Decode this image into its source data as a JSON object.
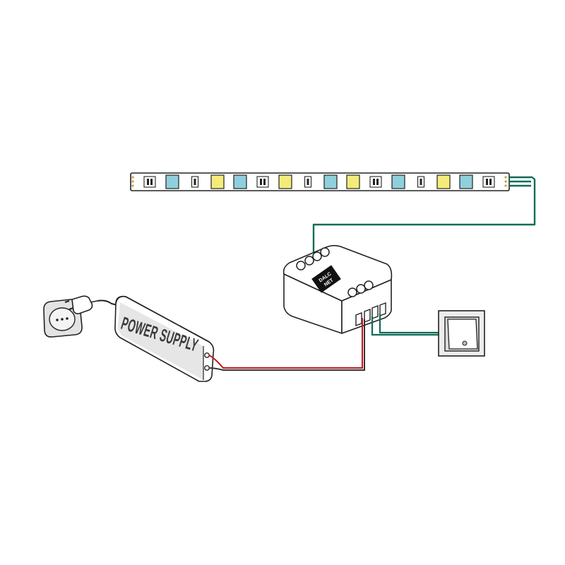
{
  "diagram": {
    "power_supply": {
      "label": "POWER SUPPLY"
    },
    "controller": {
      "brand_line1": "DALC",
      "brand_line2": "NET"
    },
    "led_strip": {
      "pattern": [
        "pad2",
        "cyan",
        "pad1",
        "yellow",
        "cyan",
        "pad2",
        "yellow",
        "pad1",
        "cyan",
        "yellow",
        "pad2",
        "cyan",
        "pad1",
        "yellow",
        "cyan",
        "pad2"
      ]
    },
    "colors": {
      "outline": "#222222",
      "signal_wire": "#0f6b57",
      "power_wire_red": "#c0141c",
      "power_wire_dark": "#333333",
      "led_cyan": "#8fd0dc",
      "led_yellow": "#f4ec7a",
      "socket_gray": "#e3e3e3",
      "psu_gray": "#e6e6e6",
      "switch_gray": "#dcdcdc"
    }
  }
}
